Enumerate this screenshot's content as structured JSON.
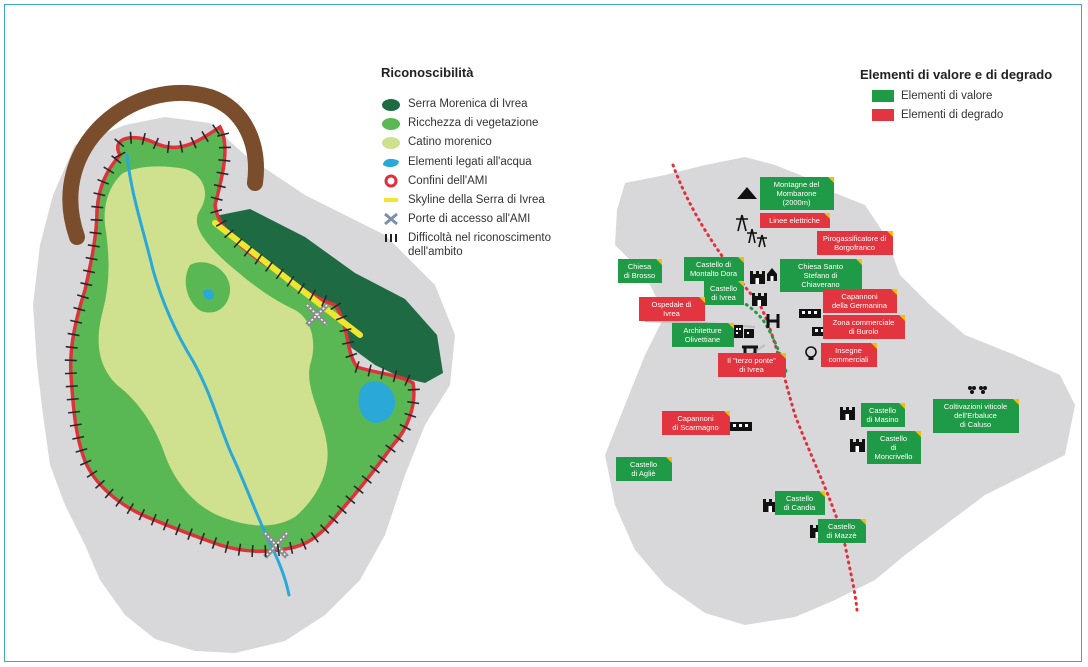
{
  "colors": {
    "serra": "#1e6b43",
    "vegetazione": "#5ab854",
    "catino": "#cfe08e",
    "acqua": "#2aa8d8",
    "confini": "#e0303a",
    "skyline": "#f0e630",
    "arc": "#7a4e2c",
    "ground": "#d8d8da",
    "valore": "#1f9a46",
    "degrado": "#e2353f",
    "frame": "#3fa6c9"
  },
  "legend_left": {
    "title": "Riconoscibilità",
    "items": [
      {
        "label": "Serra Morenica di Ivrea",
        "icon": "serra-swatch-icon"
      },
      {
        "label": "Ricchezza di vegetazione",
        "icon": "vegetation-swatch-icon"
      },
      {
        "label": "Catino morenico",
        "icon": "catino-swatch-icon"
      },
      {
        "label": "Elementi legati all'acqua",
        "icon": "water-swatch-icon"
      },
      {
        "label": "Confini dell'AMI",
        "icon": "boundary-ring-icon"
      },
      {
        "label": "Skyline della Serra di Ivrea",
        "icon": "skyline-line-icon"
      },
      {
        "label": "Porte di accesso all'AMI",
        "icon": "access-gate-icon"
      },
      {
        "label": "Difficoltà nel riconoscimento\ndell'ambito",
        "icon": "hatch-marks-icon"
      }
    ]
  },
  "legend_right": {
    "title": "Elementi di valore e di degrado",
    "items": [
      {
        "label": "Elementi di valore",
        "kind": "valore"
      },
      {
        "label": "Elementi di degrado",
        "kind": "degrado"
      }
    ]
  },
  "map_labels": [
    {
      "text": "Montagne del\nMombarone (2000m)",
      "kind": "valore",
      "icon": "mountain-icon"
    },
    {
      "text": "Linee elettriche",
      "kind": "degrado",
      "icon": "power-pylon-icon"
    },
    {
      "text": "Pirogassificatore di\nBorgofranco",
      "kind": "degrado",
      "icon": "factory-icon"
    },
    {
      "text": "Chiesa\ndi Brosso",
      "kind": "valore",
      "icon": "church-icon"
    },
    {
      "text": "Castello di\nMontalto Dora",
      "kind": "valore",
      "icon": "castle-icon"
    },
    {
      "text": "Chiesa Santo\nStefano di Chiaverano",
      "kind": "valore",
      "icon": "church-icon"
    },
    {
      "text": "Castello\ndi Ivrea",
      "kind": "valore",
      "icon": "castle-icon"
    },
    {
      "text": "Capannoni\ndella Germanina",
      "kind": "degrado",
      "icon": "warehouse-icon"
    },
    {
      "text": "Ospedale di\nIvrea",
      "kind": "degrado",
      "icon": "hospital-icon"
    },
    {
      "text": "Zona commerciale\ndi Burolo",
      "kind": "degrado",
      "icon": "warehouse-icon"
    },
    {
      "text": "Architetture\nOlivettiane",
      "kind": "valore",
      "icon": "building-icon"
    },
    {
      "text": "Insegne\ncommerciali",
      "kind": "degrado",
      "icon": "lightbulb-icon"
    },
    {
      "text": "Il \"terzo ponte\"\ndi Ivrea",
      "kind": "degrado",
      "icon": "bridge-icon"
    },
    {
      "text": "Coltivazioni viticole\ndell'Erbaluce\ndi Caluso",
      "kind": "valore",
      "icon": "grapes-icon"
    },
    {
      "text": "Castello\ndi Masino",
      "kind": "valore",
      "icon": "castle-icon"
    },
    {
      "text": "Capannoni\ndi Scarmagno",
      "kind": "degrado",
      "icon": "warehouse-icon"
    },
    {
      "text": "Castello\ndi Moncrivello",
      "kind": "valore",
      "icon": "castle-icon"
    },
    {
      "text": "Castello\ndi Agliè",
      "kind": "valore",
      "icon": "castle-icon"
    },
    {
      "text": "Castello\ndi Candia",
      "kind": "valore",
      "icon": "castle-icon"
    },
    {
      "text": "Castello\ndi Mazzè",
      "kind": "valore",
      "icon": "castle-icon"
    }
  ]
}
